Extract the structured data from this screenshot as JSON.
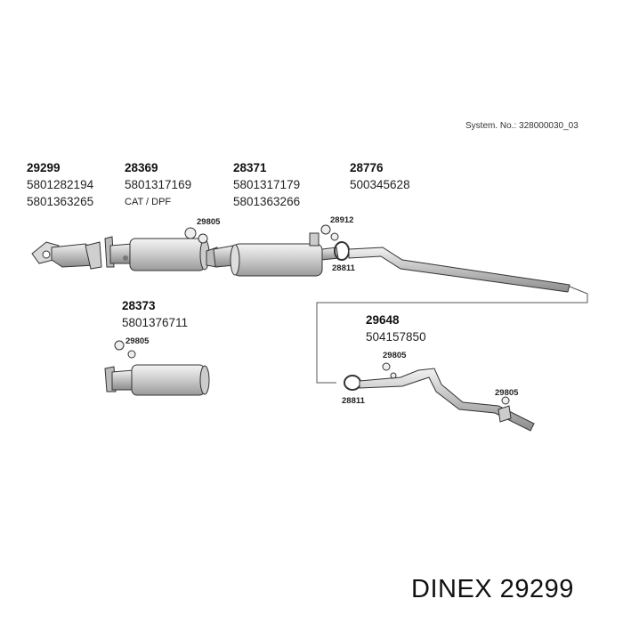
{
  "system_number": "System. No.: 328000030_03",
  "groups": [
    {
      "part": "29299",
      "refs": [
        "5801282194",
        "5801363265"
      ]
    },
    {
      "part": "28369",
      "refs": [
        "5801317169",
        "CAT / DPF"
      ]
    },
    {
      "part": "28371",
      "refs": [
        "5801317179",
        "5801363266"
      ]
    },
    {
      "part": "28776",
      "refs": [
        "500345628"
      ]
    },
    {
      "part": "28373",
      "refs": [
        "5801376711"
      ]
    },
    {
      "part": "29648",
      "refs": [
        "504157850"
      ]
    }
  ],
  "small_labels": {
    "a": "29805",
    "b": "28912",
    "c": "28811",
    "d": "29805",
    "e": "29805",
    "f": "28811",
    "g": "29805"
  },
  "brand": "DINEX 29299"
}
